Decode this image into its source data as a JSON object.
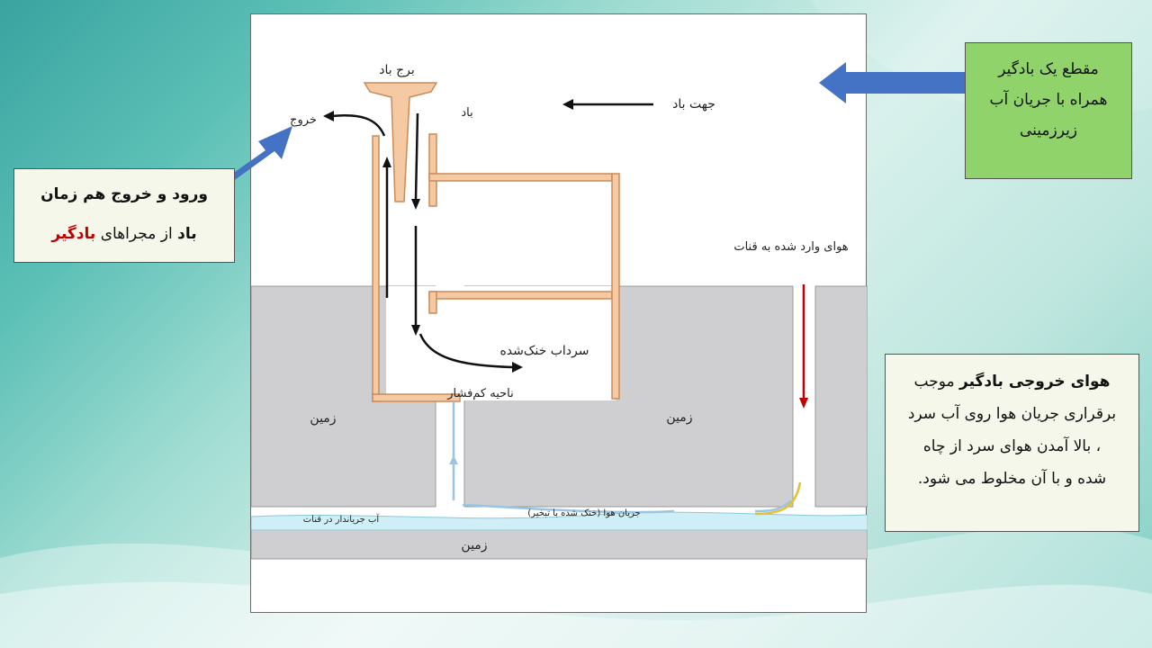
{
  "diagram": {
    "labels": {
      "tower": "برج باد",
      "wind": "باد",
      "exit": "خروج",
      "wind_direction": "جهت باد",
      "air_into_qanat": "هوای وارد شده به قنات",
      "cooled_cellar": "سرداب خنک‌شده",
      "low_pressure_zone": "ناحیه کم‌فشار",
      "ground_left": "زمین",
      "ground_right": "زمین",
      "ground_bottom": "زمین",
      "flowing_water": "آب جریاندار در قنات",
      "air_flow": "جریان هوا (خنک شده با تبخیر)"
    }
  },
  "callouts": {
    "left": {
      "line1": "ورود و خروج هم زمان",
      "line2_bold": "باد",
      "line2_mid": " از مجراهای ",
      "line2_red": "بادگیر"
    },
    "top": {
      "line1": "مقطع یک بادگیر",
      "line2": "همراه با  جریان آب",
      "line3": "زیرزمینی"
    },
    "bottom": {
      "bold": "هوای خروجی بادگیر",
      "rest1": " موجب",
      "line2": "برقراری جریان هوا روی آب سرد",
      "line3": "، بالا آمدن هوای سرد از چاه",
      "line4": "شده و با آن مخلوط می شود."
    }
  },
  "colors": {
    "tower": "#f5c9a1",
    "tower_border": "#c98b5a",
    "ground": "#cfcfd1",
    "water": "#cfeef5",
    "arrow_blue": "#4472c4",
    "callout_green": "#8fd36a",
    "red_arrow": "#c00000"
  }
}
